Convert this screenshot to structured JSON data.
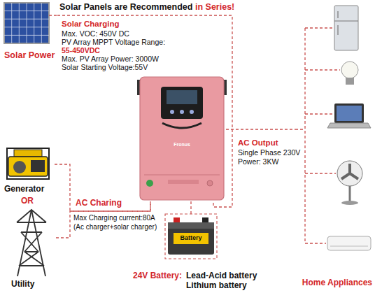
{
  "diagram": {
    "nodes": [
      {
        "text": [
          "Solar Power"
        ]
      },
      {
        "text": [
          "Fronus"
        ]
      },
      {
        "text": [
          "Generator"
        ]
      },
      {
        "text": [
          "Utility"
        ]
      },
      {
        "text": [
          "Battery",
          "24V Battery:",
          "Lead-Acid battery Lithium battery"
        ]
      },
      {
        "text": [
          "Home Appliances"
        ]
      }
    ],
    "edges": [
      {
        "from": 0,
        "to": 1,
        "arrow": "none"
      },
      {
        "from": 2,
        "to": 1,
        "arrow": "none"
      },
      {
        "from": 3,
        "to": 1,
        "arrow": "none"
      },
      {
        "from": 4,
        "to": 1,
        "arrow": "none"
      },
      {
        "from": 1,
        "to": 5,
        "arrow": "none"
      }
    ],
    "labels": [
      "Solar Panels are Recommended",
      "in Series!",
      "Solar Charging",
      "Max. VOC: 450V DC",
      "PV Array MPPT Voltage Range:",
      "55-450VDC",
      "Max. PV Array Power: 3000W",
      "Solar Starting Voltage:55V",
      "OR",
      "AC Charing",
      "Max Charging current:80A",
      "(Ac charger+solar charger)",
      "AC Output",
      "Single Phase 230V",
      "Power: 3KW"
    ]
  }
}
